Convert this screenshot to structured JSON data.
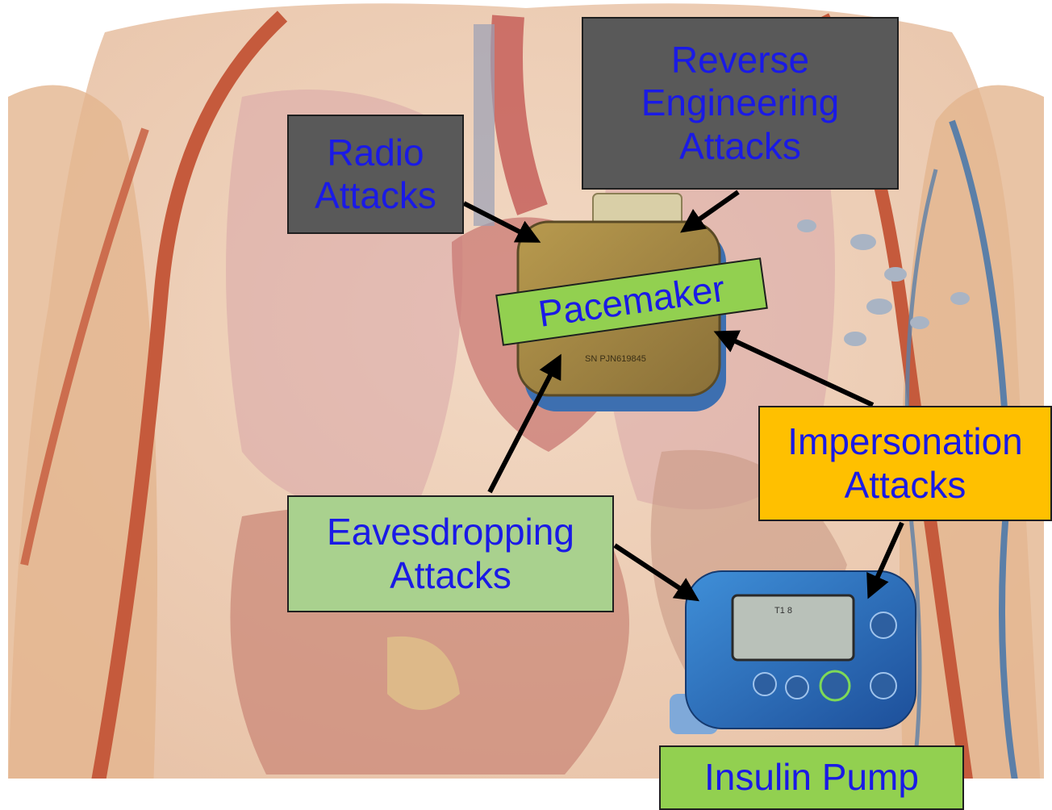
{
  "labels": {
    "radio": [
      "Radio",
      "Attacks"
    ],
    "reverse": [
      "Reverse",
      "Engineering",
      "Attacks"
    ],
    "pacemaker": "Pacemaker",
    "impersonation": [
      "Impersonation",
      "Attacks"
    ],
    "eavesdropping": [
      "Eavesdropping",
      "Attacks"
    ],
    "insulin_pump": "Insulin Pump"
  },
  "colors": {
    "label_text": "#1a1ae6",
    "dark_box": "#595959",
    "green_box": "#92d050",
    "light_green_box": "#a9d18e",
    "orange_box": "#ffc000",
    "arrow": "#000000"
  },
  "pump_display": "T1 8"
}
